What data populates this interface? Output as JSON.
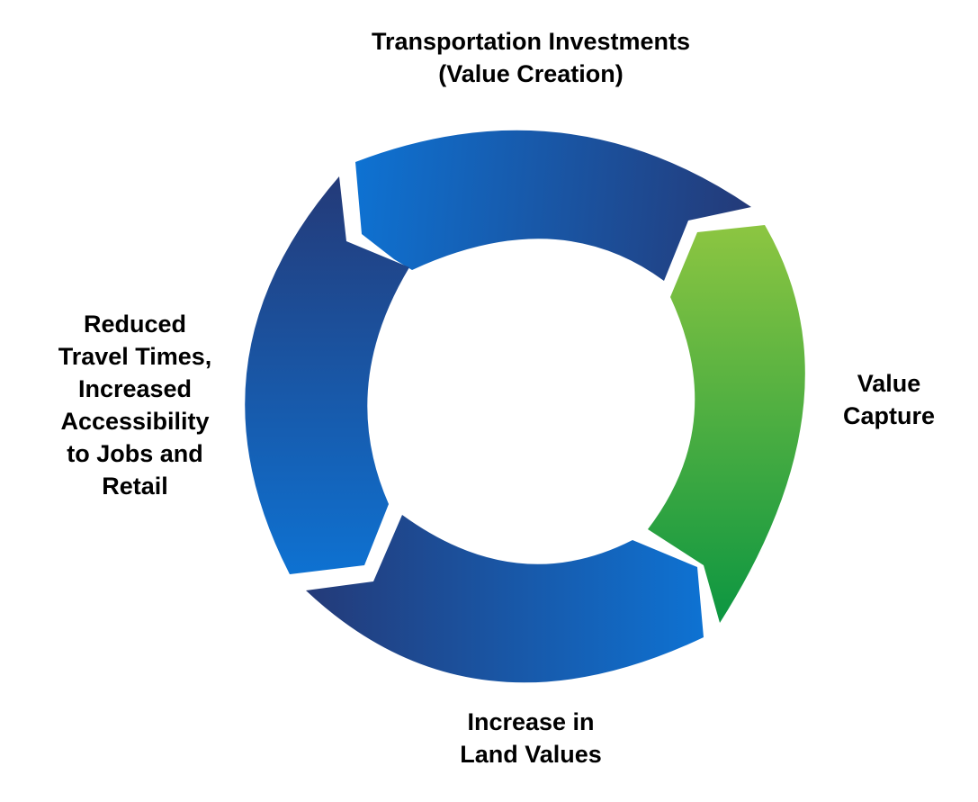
{
  "diagram": {
    "colors": {
      "blue_light": "#0e72d2",
      "blue_dark": "#243a78",
      "green_light": "#8bc541",
      "green_dark": "#0c9641"
    },
    "stages": [
      {
        "id": "top",
        "lines": [
          "Transportation Investments",
          "(Value Creation)"
        ],
        "color": "blue"
      },
      {
        "id": "right",
        "lines": [
          "Value",
          "Capture"
        ],
        "color": "green"
      },
      {
        "id": "bottom",
        "lines": [
          "Increase in",
          "Land Values"
        ],
        "color": "blue"
      },
      {
        "id": "left",
        "lines": [
          "Reduced",
          "Travel Times,",
          "Increased",
          "Accessibility",
          "to Jobs and",
          "Retail"
        ],
        "color": "blue"
      }
    ]
  }
}
